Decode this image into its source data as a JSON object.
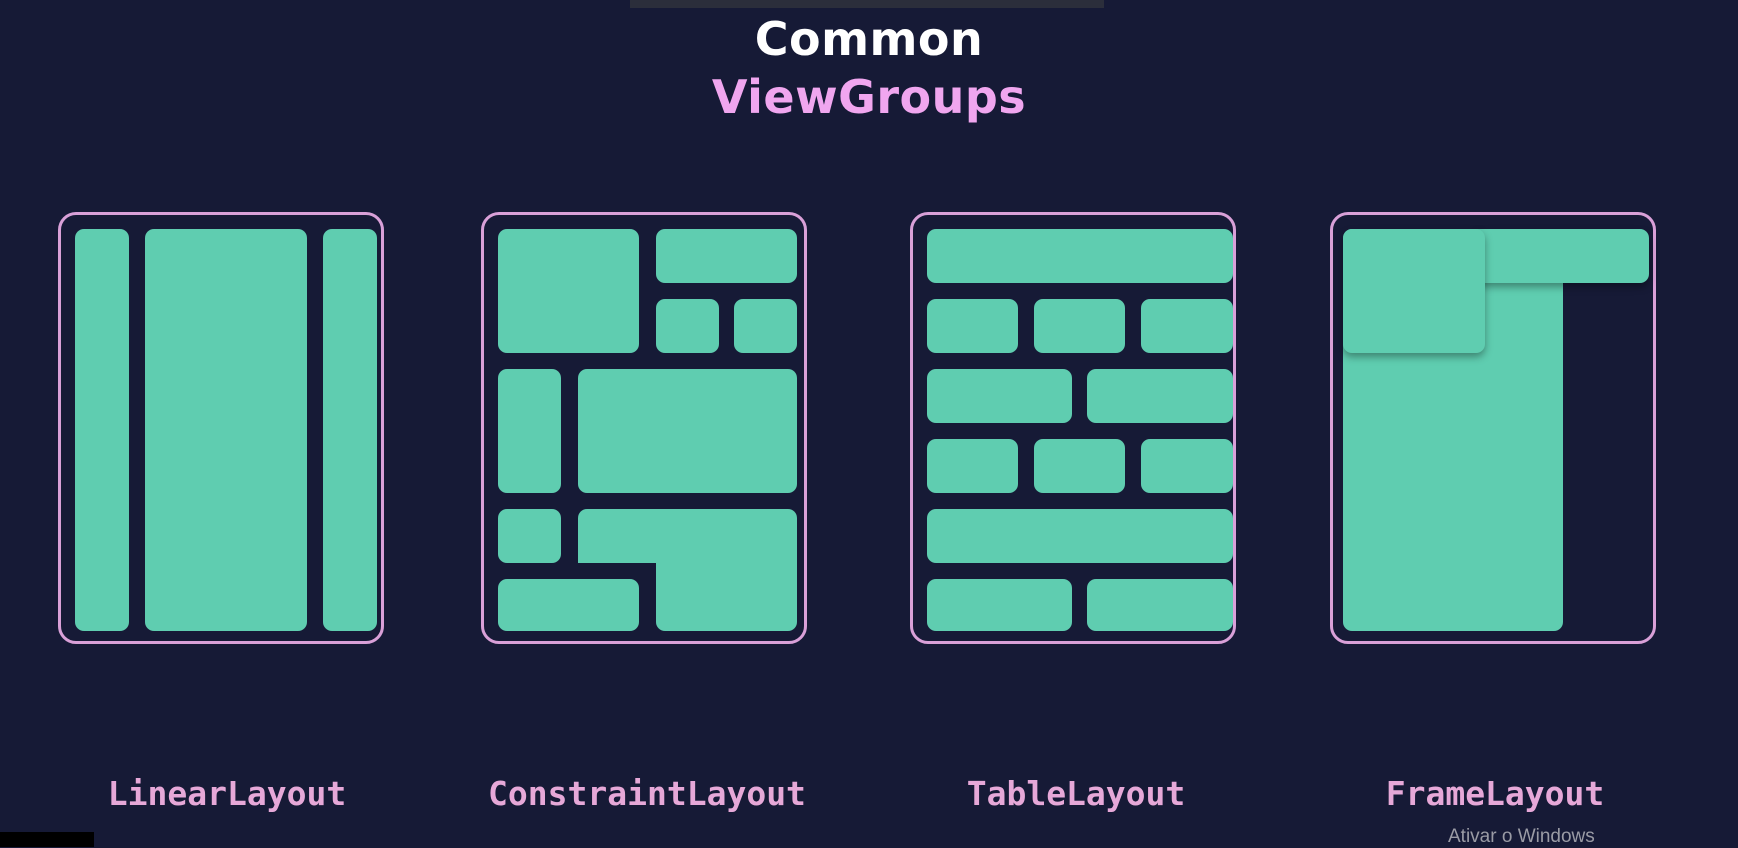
{
  "title": {
    "line1": "Common",
    "line2": "ViewGroups"
  },
  "layouts": [
    {
      "label": "LinearLayout"
    },
    {
      "label": "ConstraintLayout"
    },
    {
      "label": "TableLayout"
    },
    {
      "label": "FrameLayout"
    }
  ],
  "watermark": "Ativar o Windows",
  "colors": {
    "background": "#161a36",
    "title_white": "#ffffff",
    "title_pink": "#f0a6ef",
    "panel_border": "#d9a0d8",
    "cell_fill": "#5fcdb0",
    "label_text": "#e6a8d8"
  }
}
